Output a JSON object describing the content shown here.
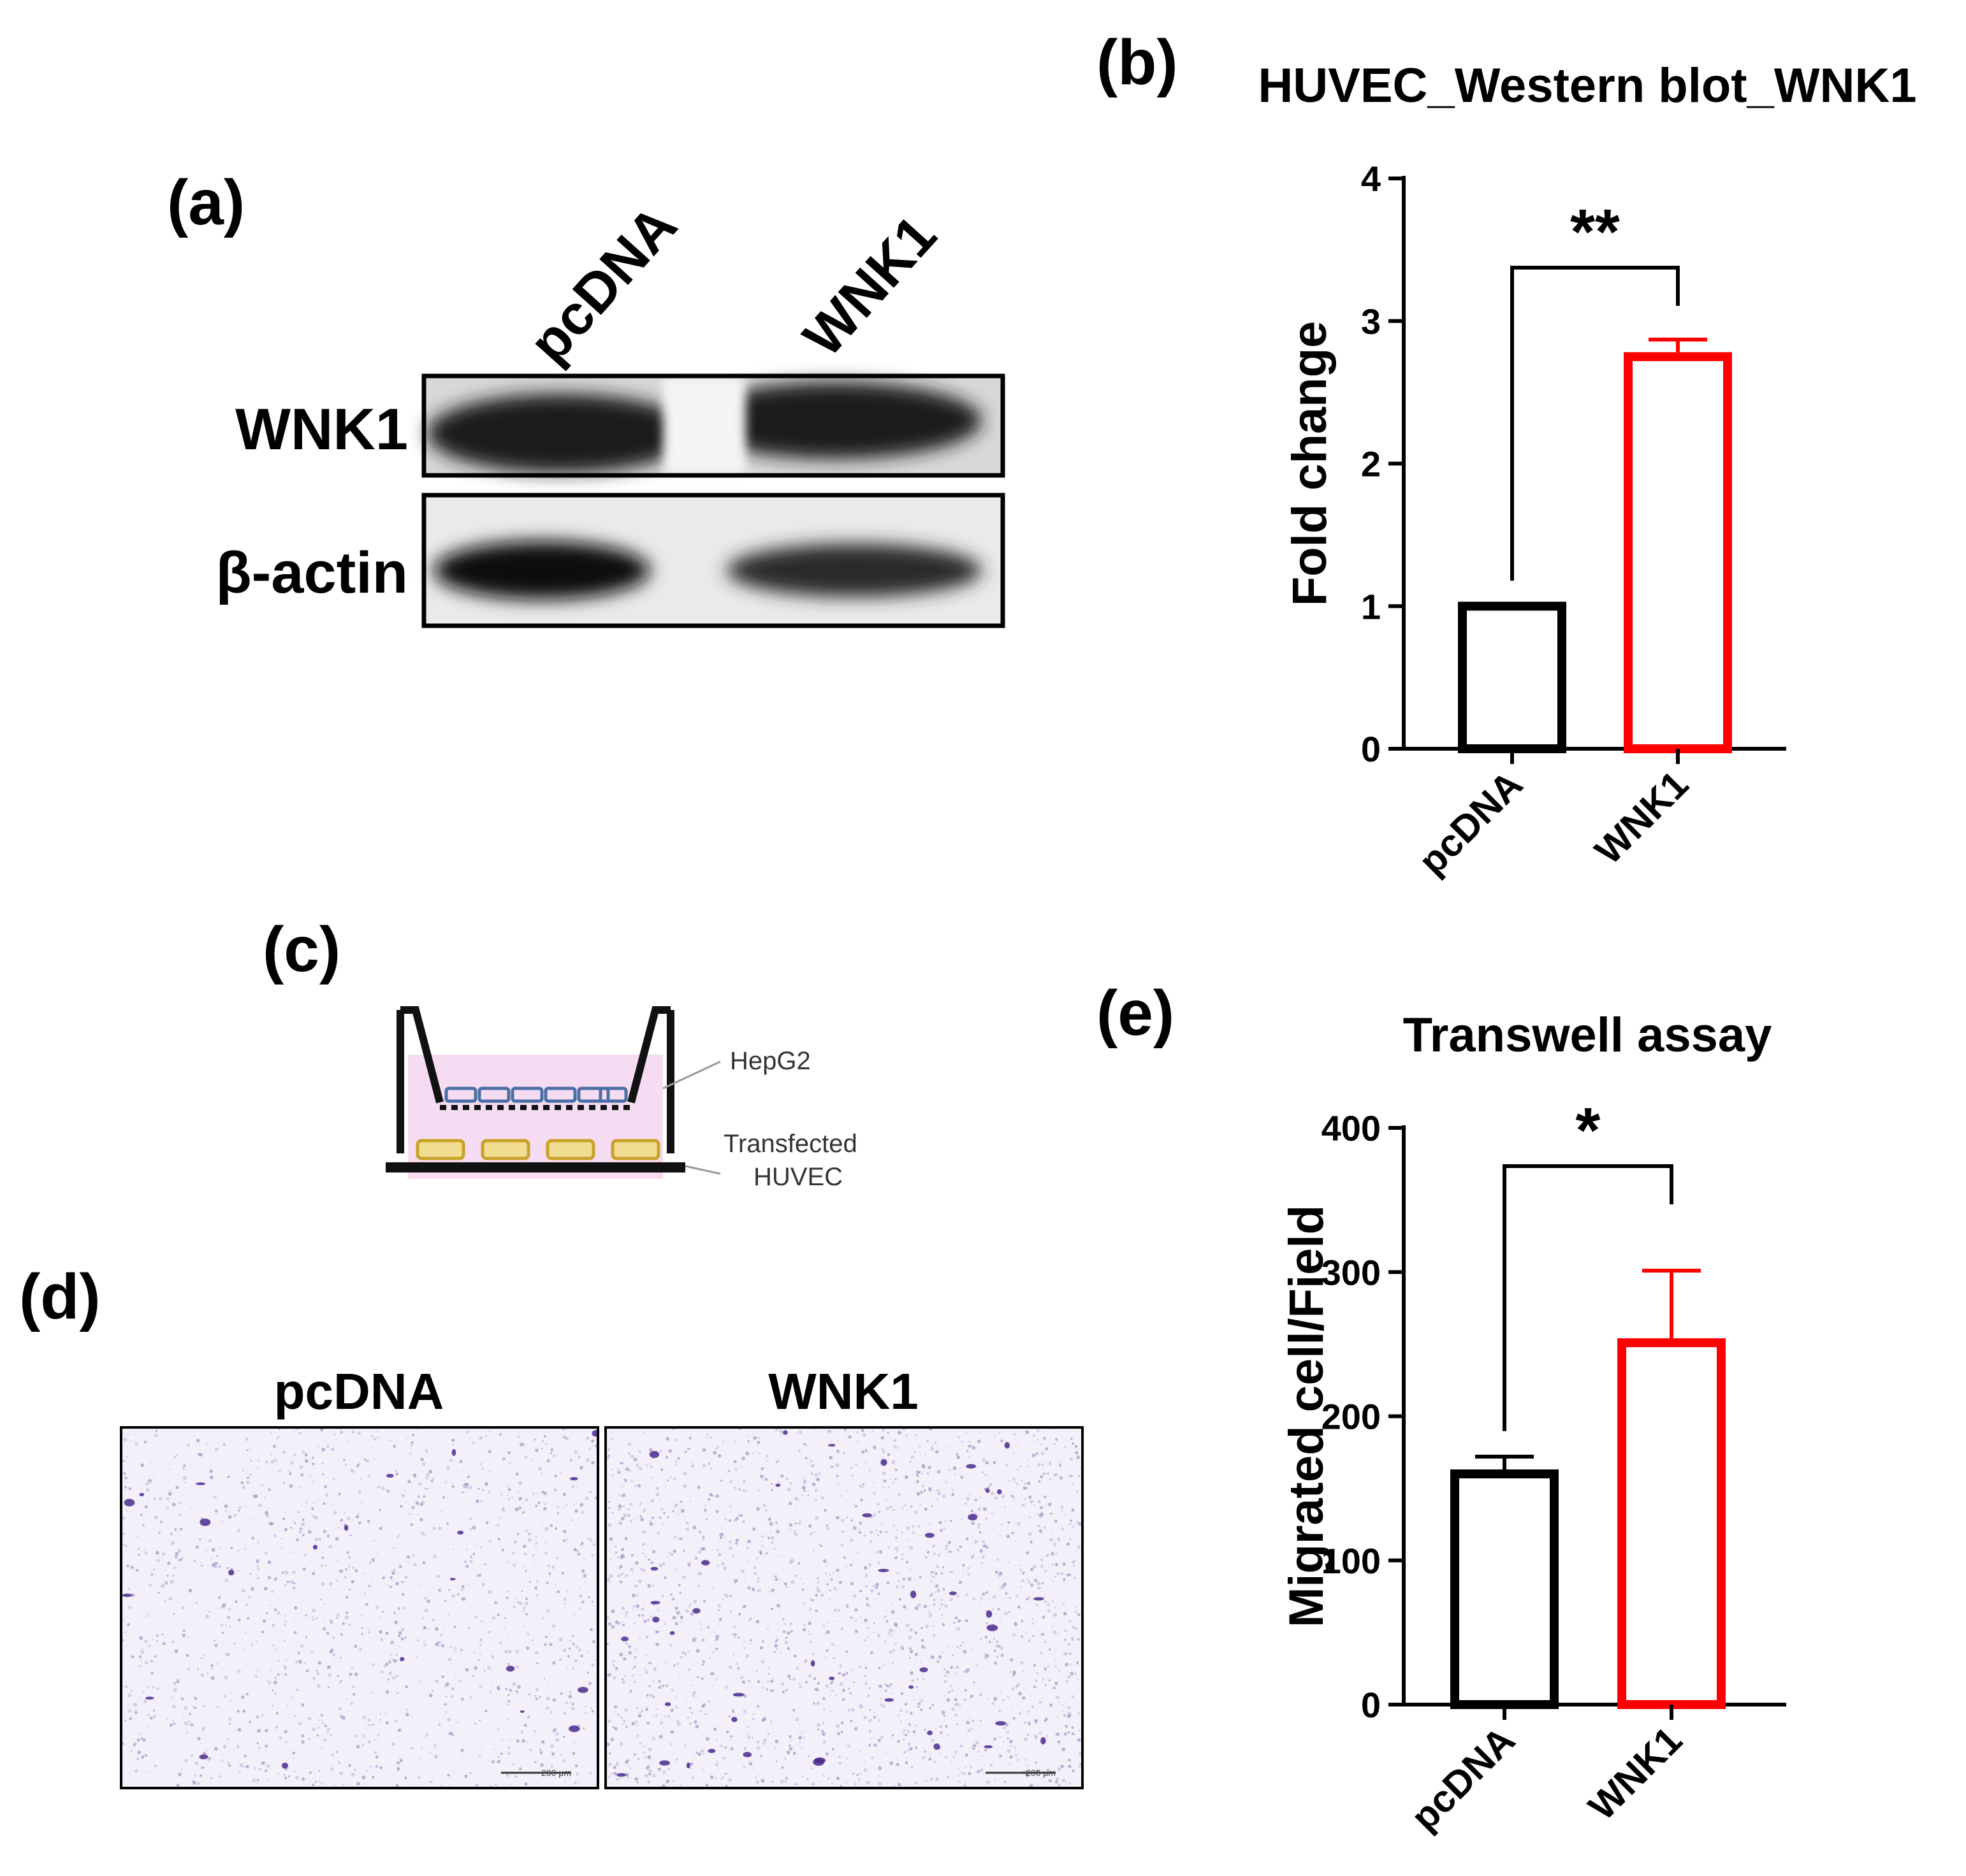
{
  "panels": {
    "a": {
      "letter": "(a)",
      "lanes": [
        "pcDNA",
        "WNK1"
      ],
      "rows": [
        "WNK1",
        "β-actin"
      ]
    },
    "b": {
      "letter": "(b)"
    },
    "c": {
      "letter": "(c)",
      "labels": {
        "top": "HepG2",
        "bottom_line1": "Transfected",
        "bottom_line2": "HUVEC"
      },
      "colors": {
        "medium": "#f6dcf2",
        "hepg2": "#4a6fa5",
        "huvec": "#c9a227"
      }
    },
    "d": {
      "letter": "(d)",
      "titles": [
        "pcDNA",
        "WNK1"
      ],
      "scale_bar": "200 μm"
    },
    "e": {
      "letter": "(e)"
    }
  },
  "chart_data": [
    {
      "type": "bar",
      "title": "HUVEC_Western blot_WNK1",
      "xlabel": "",
      "ylabel": "Fold change",
      "categories": [
        "pcDNA",
        "WNK1"
      ],
      "values": [
        1.0,
        2.75
      ],
      "errors": [
        0,
        0.12
      ],
      "ylim": [
        0,
        4
      ],
      "yticks": [
        "0",
        "1",
        "2",
        "3",
        "4"
      ],
      "significance": "**",
      "bar_colors": [
        "#000000",
        "#ff0000"
      ]
    },
    {
      "type": "bar",
      "title": "Transwell assay",
      "xlabel": "",
      "ylabel": "Migrated cell/Field",
      "categories": [
        "pcDNA",
        "WNK1"
      ],
      "values": [
        160,
        251
      ],
      "errors": [
        12,
        50
      ],
      "ylim": [
        0,
        400
      ],
      "yticks": [
        "0",
        "100",
        "200",
        "300",
        "400"
      ],
      "significance": "*",
      "bar_colors": [
        "#000000",
        "#ff0000"
      ]
    }
  ]
}
